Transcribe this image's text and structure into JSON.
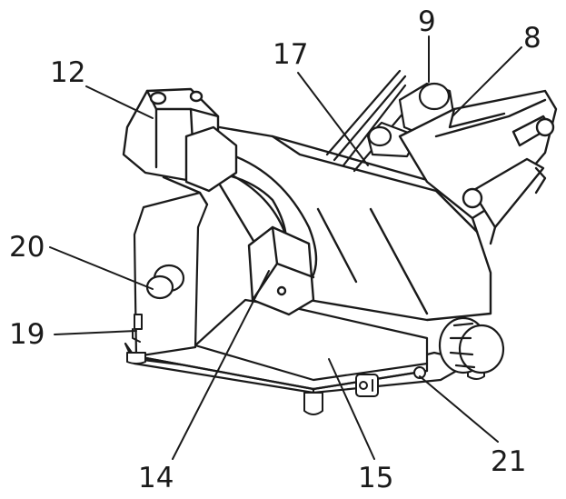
{
  "diagram": {
    "subject": "meat slicer exploded view",
    "callouts": [
      {
        "id": "c12",
        "label": "12"
      },
      {
        "id": "c17",
        "label": "17"
      },
      {
        "id": "c9",
        "label": "9"
      },
      {
        "id": "c8",
        "label": "8"
      },
      {
        "id": "c20",
        "label": "20"
      },
      {
        "id": "c19",
        "label": "19"
      },
      {
        "id": "c14",
        "label": "14"
      },
      {
        "id": "c15",
        "label": "15"
      },
      {
        "id": "c21",
        "label": "21"
      }
    ],
    "line_color": "#1a1a1a",
    "background": "#ffffff"
  }
}
